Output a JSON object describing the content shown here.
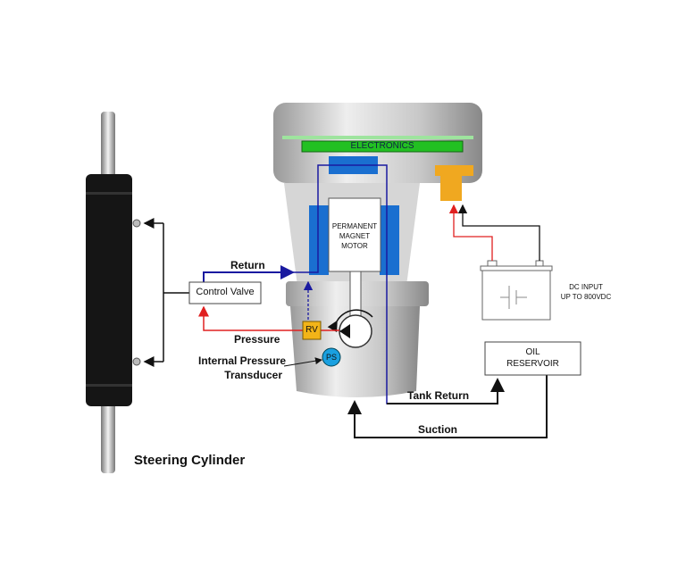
{
  "labels": {
    "electronics": "ELECTRONICS",
    "motor": [
      "PERMANENT",
      "MAGNET",
      "MOTOR"
    ],
    "control_valve": "Control Valve",
    "return": "Return",
    "pressure": "Pressure",
    "rv": "RV",
    "ps": "PS",
    "transducer": [
      "Internal Pressure",
      "Transducer"
    ],
    "dc_input": [
      "DC INPUT",
      "UP TO 800VDC"
    ],
    "oil_reservoir": [
      "OIL",
      "RESERVOIR"
    ],
    "tank_return": "Tank Return",
    "suction": "Suction",
    "steering_cylinder": "Steering Cylinder"
  },
  "colors": {
    "return_line": "#1a1aa0",
    "pressure_line": "#e02020",
    "electronics": "#22c022",
    "coil": "#1a6fd0",
    "rv": "#f2b418",
    "ps": "#1aa0e0",
    "connector": "#f0a820"
  }
}
